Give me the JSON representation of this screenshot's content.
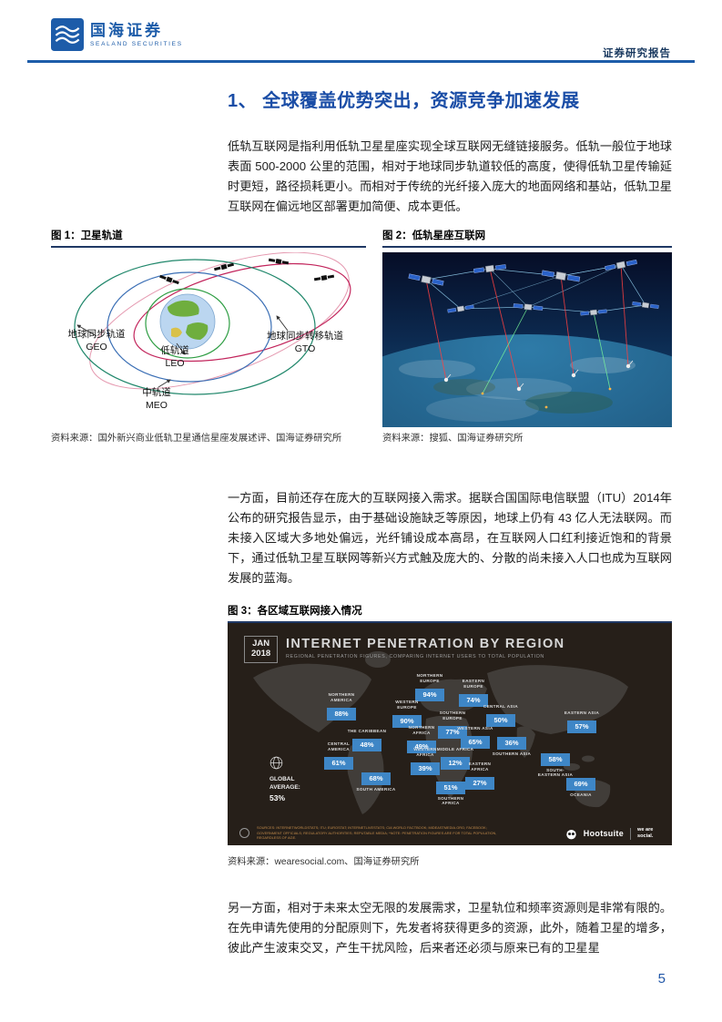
{
  "header": {
    "logo_title": "国海证券",
    "logo_subtitle": "SEALAND SECURITIES",
    "report_type": "证券研究报告"
  },
  "title": "1、 全球覆盖优势突出，资源竞争加速发展",
  "p1": "低轨互联网是指利用低轨卫星星座实现全球互联网无缝链接服务。低轨一般位于地球表面 500-2000 公里的范围，相对于地球同步轨道较低的高度，使得低轨卫星传输延时更短，路径损耗更小。而相对于传统的光纤接入庞大的地面网络和基站，低轨卫星互联网在偏远地区部署更加简便、成本更低。",
  "p2": "一方面，目前还存在庞大的互联网接入需求。据联合国国际电信联盟（ITU）2014年公布的研究报告显示，由于基础设施缺乏等原因，地球上仍有 43 亿人无法联网。而未接入区域大多地处偏远，光纤铺设成本高昂，在互联网人口红利接近饱和的背景下，通过低轨卫星互联网等新兴方式触及庞大的、分散的尚未接入人口也成为互联网发展的蓝海。",
  "p3": "另一方面，相对于未来太空无限的发展需求，卫星轨位和频率资源则是非常有限的。在先申请先使用的分配原则下，先发者将获得更多的资源，此外，随着卫星的增多，彼此产生波束交叉，产生干扰风险，后来者还必须与原来已有的卫星星",
  "fig1": {
    "caption": "图 1：卫星轨道",
    "source": "资料来源：国外新兴商业低轨卫星通信星座发展述评、国海证券研究所",
    "labels": {
      "geo_cn": "地球同步轨道",
      "geo_en": "GEO",
      "leo_cn": "低轨道",
      "leo_en": "LEO",
      "gto_cn": "地球同步转移轨道",
      "gto_en": "GTO",
      "meo_cn": "中轨道",
      "meo_en": "MEO"
    }
  },
  "fig2": {
    "caption": "图 2：低轨星座互联网",
    "source": "资料来源：搜狐、国海证券研究所"
  },
  "fig3": {
    "caption": "图 3：各区域互联网接入情况",
    "source": "资料来源：wearesocial.com、国海证券研究所",
    "info": {
      "badge1": "JAN",
      "badge2": "2018",
      "title": "INTERNET PENETRATION BY REGION",
      "subtitle": "REGIONAL PENETRATION FIGURES, COMPARING INTERNET USERS TO TOTAL POPULATION",
      "global_label": "GLOBAL AVERAGE:",
      "global_value": "53%",
      "sources": "SOURCES: INTERNETWORLDSTATS; ITU; EUROSTAT; INTERNETLIVESTATS; CIA WORLD FACTBOOK; MIDEASTMEDIA.ORG; FACEBOOK; GOVERNMENT OFFICIALS; REGULATORY AUTHORITIES; REPUTABLE MEDIA; *NOTE: PENETRATION FIGURES ARE FOR TOTAL POPULATION, REGARDLESS OF AGE.",
      "brand_hootsuite": "Hootsuite",
      "brand_wearesocial": "we are social.",
      "regions": [
        {
          "name": "NORTHERN AMERICA",
          "value": "88%"
        },
        {
          "name": "NORTHERN EUROPE",
          "value": "94%"
        },
        {
          "name": "EASTERN EUROPE",
          "value": "74%"
        },
        {
          "name": "WESTERN EUROPE",
          "value": "90%"
        },
        {
          "name": "SOUTHERN EUROPE",
          "value": "77%"
        },
        {
          "name": "CENTRAL ASIA",
          "value": "50%"
        },
        {
          "name": "EASTERN ASIA",
          "value": "57%"
        },
        {
          "name": "THE CARIBBEAN",
          "value": "48%"
        },
        {
          "name": "NORTHERN AFRICA",
          "value": "49%"
        },
        {
          "name": "WESTERN ASIA",
          "value": "65%"
        },
        {
          "name": "SOUTHERN ASIA",
          "value": "36%"
        },
        {
          "name": "CENTRAL AMERICA",
          "value": "61%"
        },
        {
          "name": "WESTERN AFRICA",
          "value": "39%"
        },
        {
          "name": "MIDDLE AFRICA",
          "value": "12%"
        },
        {
          "name": "EASTERN AFRICA",
          "value": "27%"
        },
        {
          "name": "SOUTH-EASTERN ASIA",
          "value": "58%"
        },
        {
          "name": "SOUTH AMERICA",
          "value": "68%"
        },
        {
          "name": "SOUTHERN AFRICA",
          "value": "51%"
        },
        {
          "name": "OCEANIA",
          "value": "69%"
        }
      ]
    }
  },
  "page_number": "5"
}
